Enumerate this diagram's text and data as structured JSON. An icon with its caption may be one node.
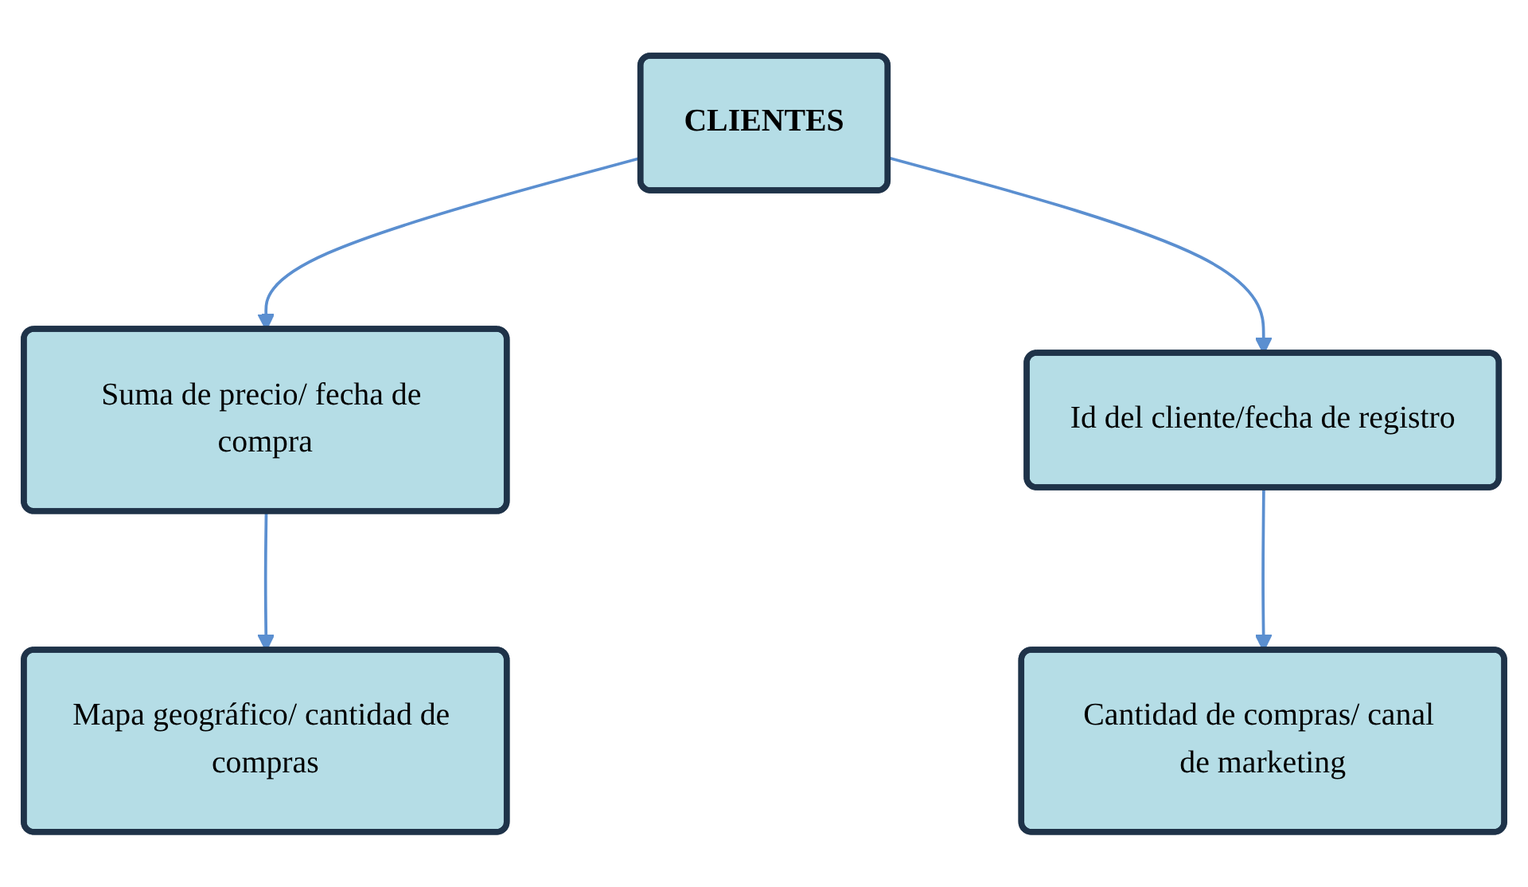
{
  "diagram": {
    "nodes": [
      {
        "text": [
          "CLIENTES"
        ]
      },
      {
        "text": [
          "Suma de precio/ fecha de compra"
        ]
      },
      {
        "text": [
          "Id del cliente/fecha de registro"
        ]
      },
      {
        "text": [
          "Mapa geográfico/ cantidad de compras"
        ]
      },
      {
        "text": [
          "Cantidad de compras/ canal de marketing"
        ]
      }
    ],
    "edges": [
      {
        "from": 0,
        "to": 1,
        "arrow": "to"
      },
      {
        "from": 0,
        "to": 2,
        "arrow": "to"
      },
      {
        "from": 1,
        "to": 3,
        "arrow": "to"
      },
      {
        "from": 2,
        "to": 4,
        "arrow": "to"
      }
    ]
  }
}
